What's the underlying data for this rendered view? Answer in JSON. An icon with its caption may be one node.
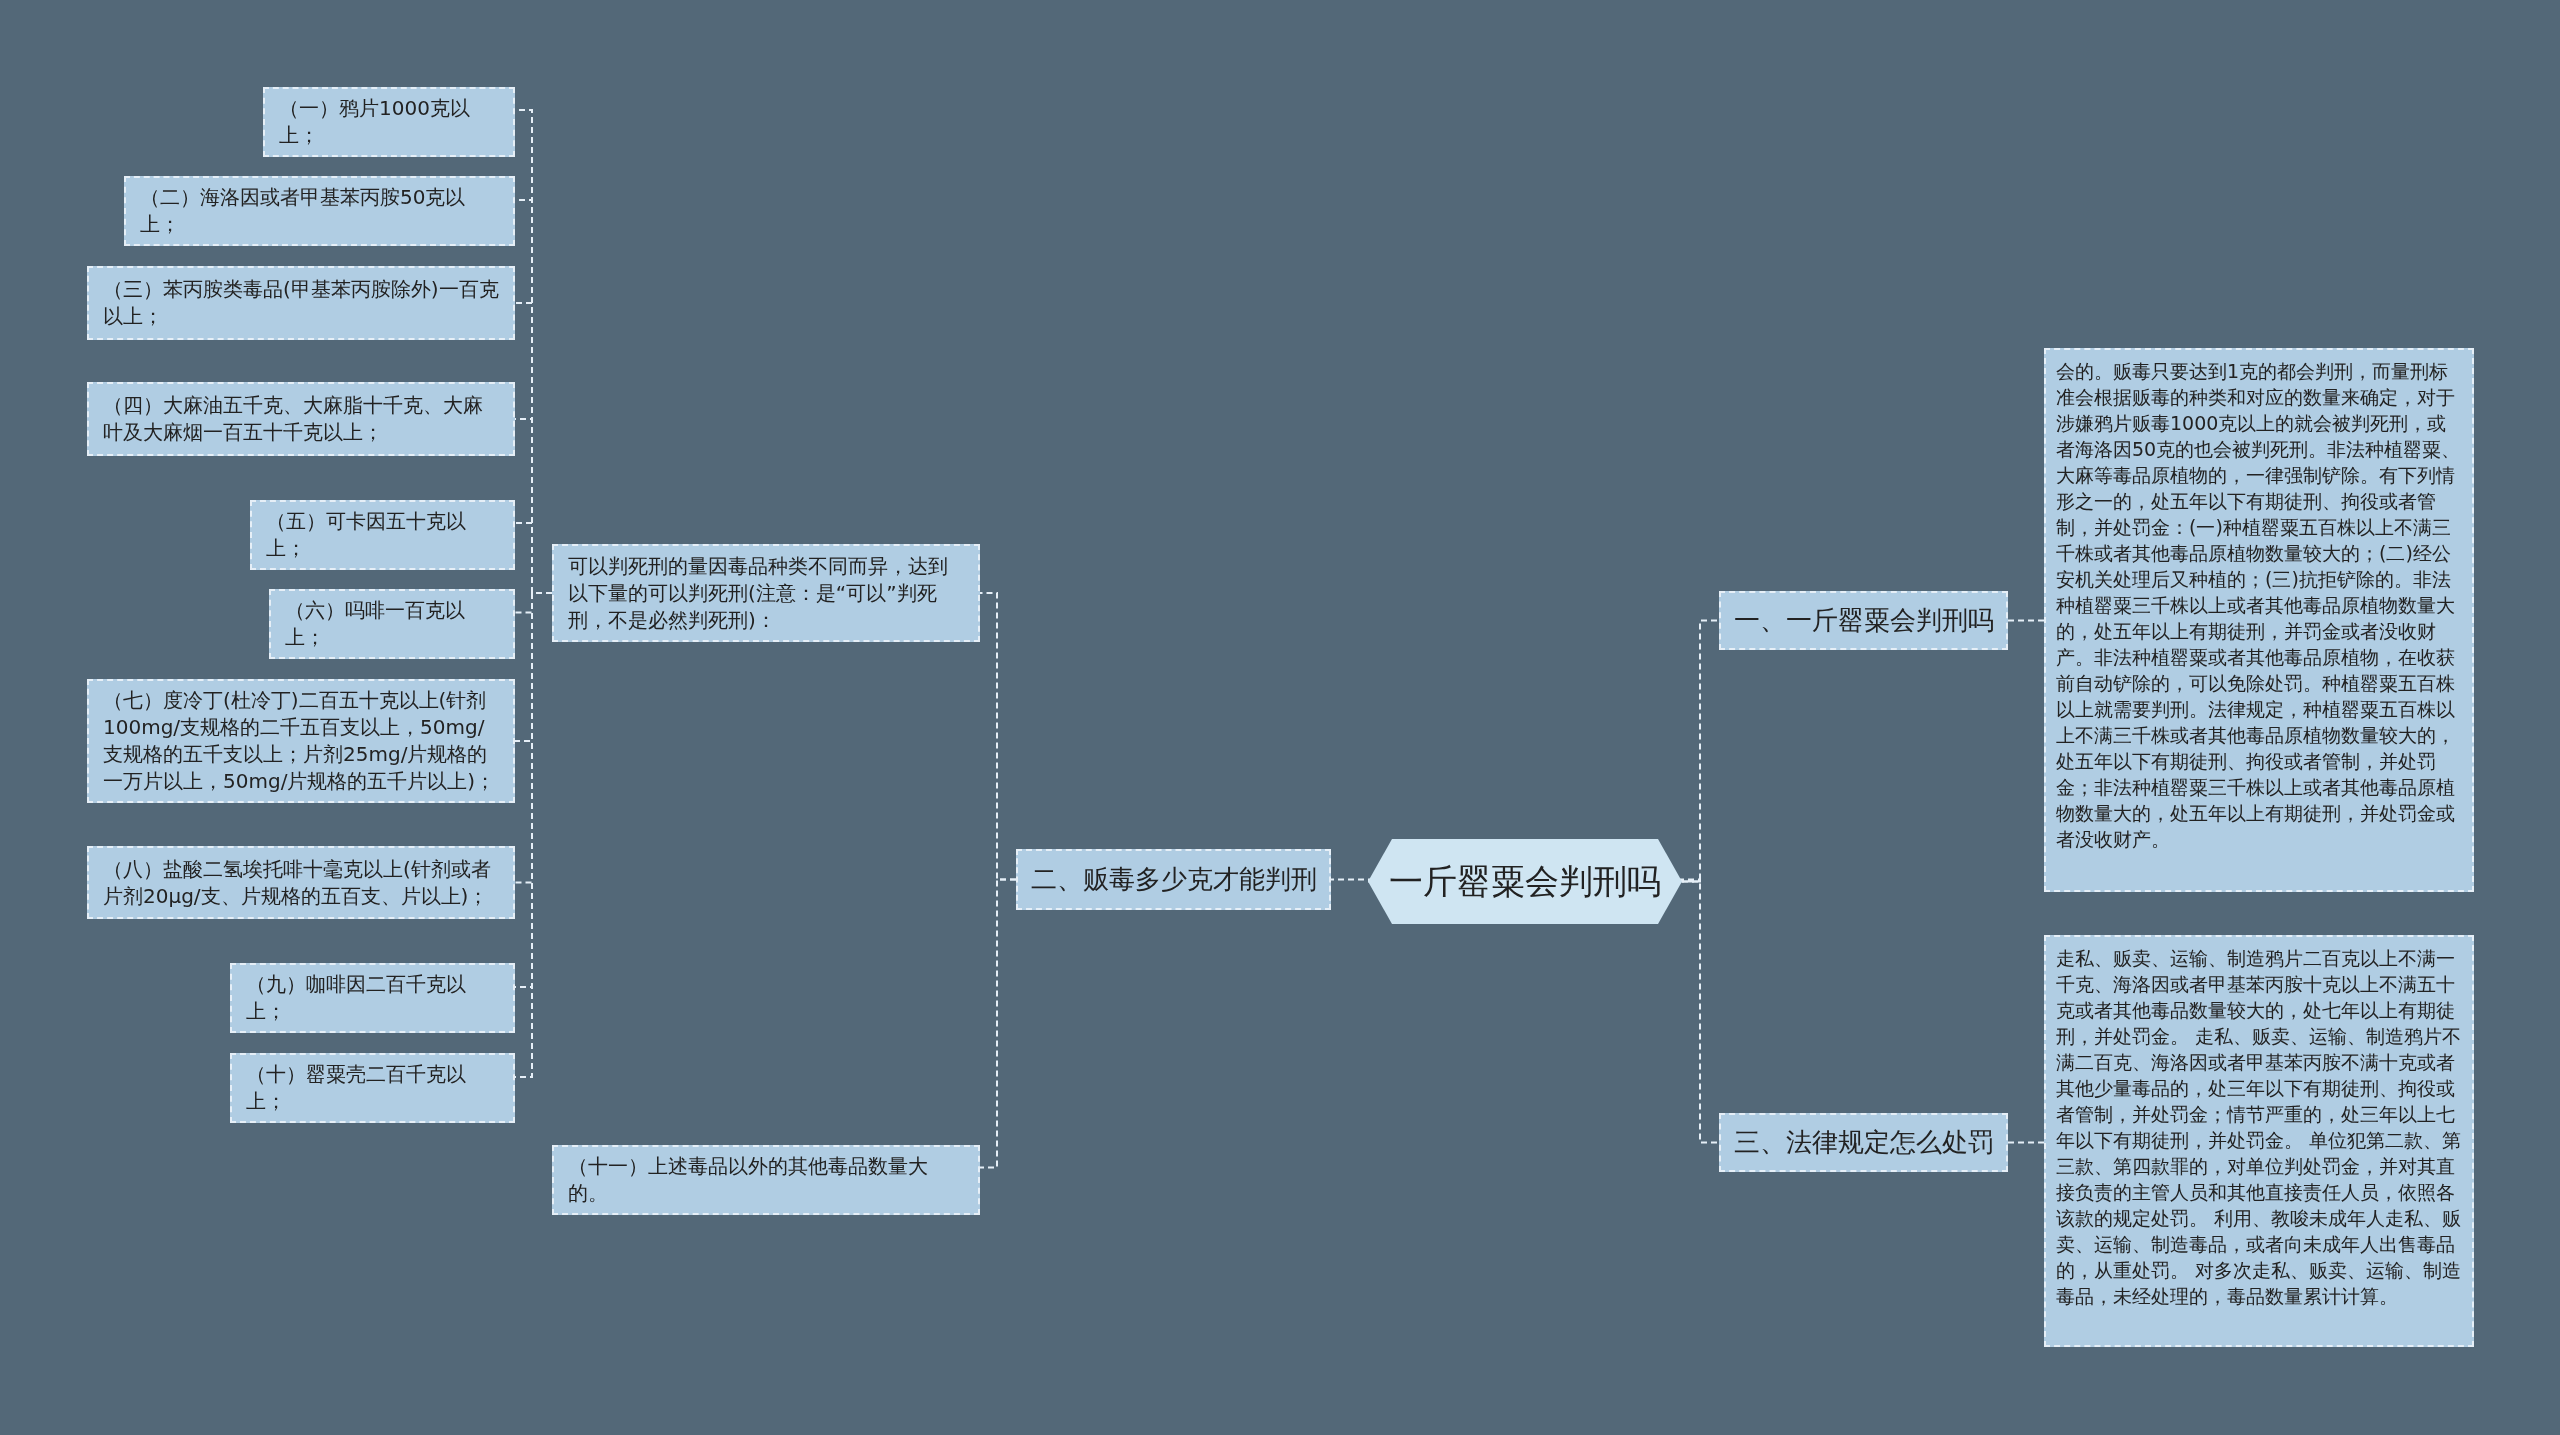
{
  "diagram": {
    "nodes": [
      {
        "text": [
          "一斤罂粟会判刑吗"
        ]
      },
      {
        "text": [
          "一、一斤罂粟会判刑吗"
        ]
      },
      {
        "text": [
          "会的。贩毒只要达到1克的都会判刑，而量刑标准会根据贩毒的种类和对应的数量来确定，对于涉嫌鸦片贩毒1000克以上的就会被判死刑，或者海洛因50克的也会被判死刑。非法种植罂粟、大麻等毒品原植物的，一律强制铲除。有下列情形之一的，处五年以下有期徒刑、拘役或者管制，并处罚金：(一)种植罂粟五百株以上不满三千株或者其他毒品原植物数量较大的；(二)经公安机关处理后又种植的；(三)抗拒铲除的。非法种植罂粟三千株以上或者其他毒品原植物数量大的，处五年以上有期徒刑，并罚金或者没收财产。非法种植罂粟或者其他毒品原植物，在收获前自动铲除的，可以免除处罚。种植罂粟五百株以上就需要判刑。法律规定，种植罂粟五百株以上不满三千株或者其他毒品原植物数量较大的，处五年以下有期徒刑、拘役或者管制，并处罚金；非法种植罂粟三千株以上或者其他毒品原植物数量大的，处五年以上有期徒刑，并处罚金或者没收财产。"
        ]
      },
      {
        "text": [
          "三、法律规定怎么处罚"
        ]
      },
      {
        "text": [
          "走私、贩卖、运输、制造鸦片二百克以上不满一千克、海洛因或者甲基苯丙胺十克以上不满五十克或者其他毒品数量较大的，处七年以上有期徒刑，并处罚金。 走私、贩卖、运输、制造鸦片不满二百克、海洛因或者甲基苯丙胺不满十克或者其他少量毒品的，处三年以下有期徒刑、拘役或者管制，并处罚金；情节严重的，处三年以上七年以下有期徒刑，并处罚金。 单位犯第二款、第三款、第四款罪的，对单位判处罚金，并对其直接负责的主管人员和其他直接责任人员，依照各该款的规定处罚。 利用、教唆未成年人走私、贩卖、运输、制造毒品，或者向未成年人出售毒品的，从重处罚。 对多次走私、贩卖、运输、制造毒品，未经处理的，毒品数量累计计算。"
        ]
      },
      {
        "text": [
          "二、贩毒多少克才能判刑"
        ]
      },
      {
        "text": [
          "可以判死刑的量因毒品种类不同而异，达到以下量的可以判死刑(注意：是“可以”判死刑，不是必然判死刑)："
        ]
      },
      {
        "text": [
          "（一）鸦片1000克以上；"
        ]
      },
      {
        "text": [
          "（二）海洛因或者甲基苯丙胺50克以上；"
        ]
      },
      {
        "text": [
          "（三）苯丙胺类毒品(甲基苯丙胺除外)一百克以上；"
        ]
      },
      {
        "text": [
          "（四）大麻油五千克、大麻脂十千克、大麻叶及大麻烟一百五十千克以上；"
        ]
      },
      {
        "text": [
          "（五）可卡因五十克以上；"
        ]
      },
      {
        "text": [
          "（六）吗啡一百克以上；"
        ]
      },
      {
        "text": [
          "（七）度冷丁(杜冷丁)二百五十克以上(针剂100mg/支规格的二千五百支以上，50mg/支规格的五千支以上；片剂25mg/片规格的一万片以上，50mg/片规格的五千片以上)；"
        ]
      },
      {
        "text": [
          "（八）盐酸二氢埃托啡十毫克以上(针剂或者片剂20μg/支、片规格的五百支、片以上)；"
        ]
      },
      {
        "text": [
          "（九）咖啡因二百千克以上；"
        ]
      },
      {
        "text": [
          "（十）罂粟壳二百千克以上；"
        ]
      },
      {
        "text": [
          "（十一）上述毒品以外的其他毒品数量大的。"
        ]
      }
    ],
    "edges": [
      {
        "from": 0,
        "to": 1,
        "arrow": "none"
      },
      {
        "from": 1,
        "to": 2,
        "arrow": "none"
      },
      {
        "from": 0,
        "to": 3,
        "arrow": "none"
      },
      {
        "from": 3,
        "to": 4,
        "arrow": "none"
      },
      {
        "from": 0,
        "to": 5,
        "arrow": "none"
      },
      {
        "from": 5,
        "to": 6,
        "arrow": "none"
      },
      {
        "from": 6,
        "to": 7,
        "arrow": "none"
      },
      {
        "from": 6,
        "to": 8,
        "arrow": "none"
      },
      {
        "from": 6,
        "to": 9,
        "arrow": "none"
      },
      {
        "from": 6,
        "to": 10,
        "arrow": "none"
      },
      {
        "from": 6,
        "to": 11,
        "arrow": "none"
      },
      {
        "from": 6,
        "to": 12,
        "arrow": "none"
      },
      {
        "from": 6,
        "to": 13,
        "arrow": "none"
      },
      {
        "from": 6,
        "to": 14,
        "arrow": "none"
      },
      {
        "from": 6,
        "to": 15,
        "arrow": "none"
      },
      {
        "from": 6,
        "to": 16,
        "arrow": "none"
      },
      {
        "from": 5,
        "to": 17,
        "arrow": "none"
      }
    ]
  }
}
